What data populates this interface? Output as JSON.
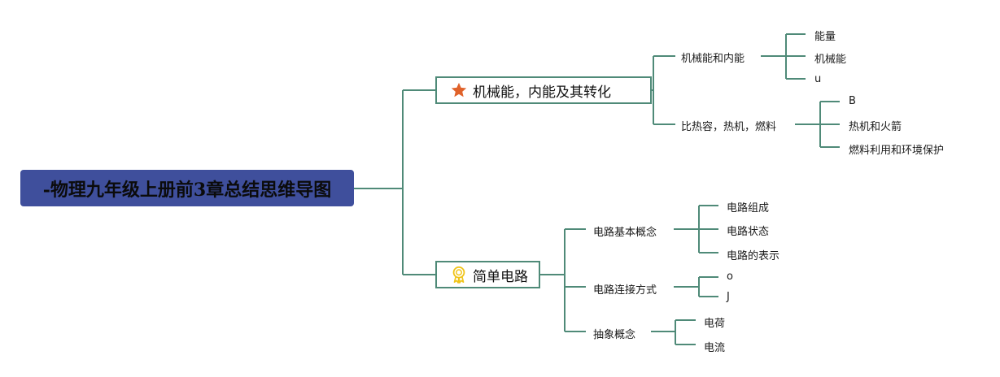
{
  "root": {
    "title": "-物理九年级上册前3章总结思维导图"
  },
  "branches": [
    {
      "label": "机械能，内能及其转化",
      "icon": "star-icon",
      "children": [
        {
          "label": "机械能和内能",
          "children": [
            "能量",
            "机械能",
            "u"
          ]
        },
        {
          "label": "比热容，热机，燃料",
          "children": [
            "B",
            "热机和火箭",
            "燃料利用和环境保护"
          ]
        }
      ]
    },
    {
      "label": "简单电路",
      "icon": "award-ribbon-icon",
      "children": [
        {
          "label": "电路基本概念",
          "children": [
            "电路组成",
            "电路状态",
            "电路的表示"
          ]
        },
        {
          "label": "电路连接方式",
          "children": [
            "o",
            "J"
          ]
        },
        {
          "label": "抽象概念",
          "children": [
            "电荷",
            "电流"
          ]
        }
      ]
    }
  ],
  "colors": {
    "root_fill": "#3f4f9c",
    "connector": "#4f8a78",
    "star": "#e0622a",
    "ribbon": "#f0c419"
  }
}
